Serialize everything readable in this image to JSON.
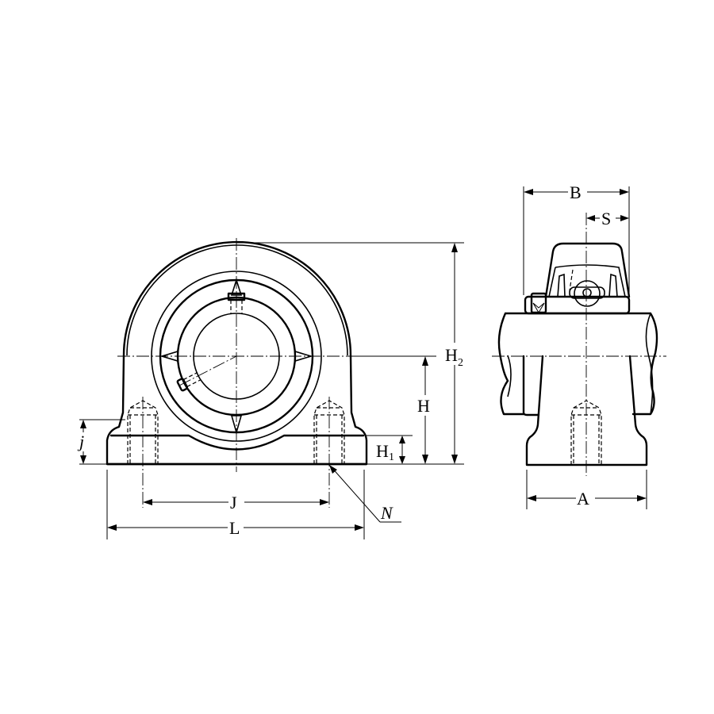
{
  "diagram": {
    "title": "Pillow block bearing unit dimension drawing",
    "views": [
      {
        "id": "front-view",
        "description": "Front elevation with housing, insert bearing, set screws and bolt holes"
      },
      {
        "id": "side-view",
        "description": "Side elevation with shaft, insert bearing and housing base"
      }
    ],
    "colors": {
      "line": "#000000",
      "background": "#ffffff"
    },
    "dimensions": {
      "L": {
        "label": "L",
        "meaning": "overall base length"
      },
      "J": {
        "label": "J",
        "meaning": "bolt hole center distance"
      },
      "H": {
        "label": "H",
        "meaning": "shaft center height"
      },
      "H1": {
        "label": "H",
        "sub": "1",
        "meaning": "base thickness"
      },
      "H2": {
        "label": "H",
        "sub": "2",
        "meaning": "overall height"
      },
      "j": {
        "label": "j",
        "meaning": "bolt hole depth"
      },
      "N": {
        "label": "N",
        "meaning": "bolt hole size"
      },
      "A": {
        "label": "A",
        "meaning": "base width"
      },
      "B": {
        "label": "B",
        "meaning": "inner ring width"
      },
      "S": {
        "label": "S",
        "meaning": "distance from set screw center to inner ring edge"
      }
    }
  }
}
